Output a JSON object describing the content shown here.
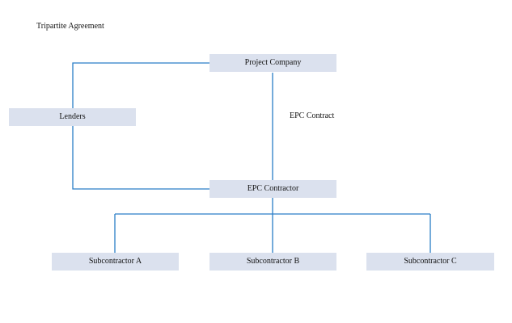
{
  "title": "Tripartite Agreement",
  "edge_label": "EPC Contract",
  "colors": {
    "box_fill": "#dbe1ee",
    "line": "#2a7ec6",
    "text": "#111111"
  },
  "nodes": {
    "project_company": "Project Company",
    "lenders": "Lenders",
    "epc_contractor": "EPC Contractor",
    "subcontractor_a": "Subcontractor A",
    "subcontractor_b": "Subcontractor B",
    "subcontractor_c": "Subcontractor C"
  }
}
